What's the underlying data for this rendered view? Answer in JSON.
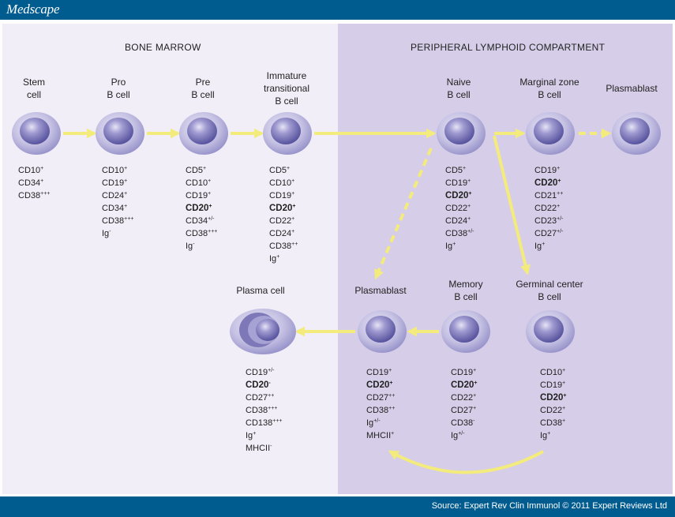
{
  "header": {
    "brand": "Medscape"
  },
  "footer": {
    "source": "Source: Expert Rev Clin Immunol © 2011 Expert Reviews Ltd"
  },
  "sections": {
    "left": "BONE MARROW",
    "right": "PERIPHERAL LYMPHOID COMPARTMENT"
  },
  "colors": {
    "arrow": "#f3ec7c",
    "cell": "#8c88c4",
    "nucleus": "#5b58a4",
    "bar": "#005b8f"
  },
  "cells": [
    {
      "id": "stem",
      "label": [
        "Stem",
        "cell"
      ],
      "markers": [
        {
          "base": "CD10",
          "sup": "+"
        },
        {
          "base": "CD34",
          "sup": "+"
        },
        {
          "base": "CD38",
          "sup": "+++"
        }
      ]
    },
    {
      "id": "pro",
      "label": [
        "Pro",
        "B cell"
      ],
      "markers": [
        {
          "base": "CD10",
          "sup": "+"
        },
        {
          "base": "CD19",
          "sup": "+"
        },
        {
          "base": "CD24",
          "sup": "+"
        },
        {
          "base": "CD34",
          "sup": "+"
        },
        {
          "base": "CD38",
          "sup": "+++"
        },
        {
          "base": "Ig",
          "sup": "-"
        }
      ]
    },
    {
      "id": "pre",
      "label": [
        "Pre",
        "B cell"
      ],
      "markers": [
        {
          "base": "CD5",
          "sup": "+"
        },
        {
          "base": "CD10",
          "sup": "+"
        },
        {
          "base": "CD19",
          "sup": "+"
        },
        {
          "base": "CD20",
          "sup": "+",
          "bold": true
        },
        {
          "base": "CD34",
          "sup": "+/-"
        },
        {
          "base": "CD38",
          "sup": "+++"
        },
        {
          "base": "Ig",
          "sup": "-"
        }
      ]
    },
    {
      "id": "immature",
      "label": [
        "Immature",
        "transitional",
        "B cell"
      ],
      "markers": [
        {
          "base": "CD5",
          "sup": "+"
        },
        {
          "base": "CD10",
          "sup": "+"
        },
        {
          "base": "CD19",
          "sup": "+"
        },
        {
          "base": "CD20",
          "sup": "+",
          "bold": true
        },
        {
          "base": "CD22",
          "sup": "+"
        },
        {
          "base": "CD24",
          "sup": "+"
        },
        {
          "base": "CD38",
          "sup": "++"
        },
        {
          "base": "Ig",
          "sup": "+"
        }
      ]
    },
    {
      "id": "naive",
      "label": [
        "Naive",
        "B cell"
      ],
      "markers": [
        {
          "base": "CD5",
          "sup": "+"
        },
        {
          "base": "CD19",
          "sup": "+"
        },
        {
          "base": "CD20",
          "sup": "+",
          "bold": true
        },
        {
          "base": "CD22",
          "sup": "+"
        },
        {
          "base": "CD24",
          "sup": "+"
        },
        {
          "base": "CD38",
          "sup": "+/-"
        },
        {
          "base": "Ig",
          "sup": "+"
        }
      ]
    },
    {
      "id": "marginal",
      "label": [
        "Marginal zone",
        "B cell"
      ],
      "markers": [
        {
          "base": "CD19",
          "sup": "+"
        },
        {
          "base": "CD20",
          "sup": "+",
          "bold": true
        },
        {
          "base": "CD21",
          "sup": "++"
        },
        {
          "base": "CD22",
          "sup": "+"
        },
        {
          "base": "CD23",
          "sup": "+/-"
        },
        {
          "base": "CD27",
          "sup": "+/-"
        },
        {
          "base": "Ig",
          "sup": "+"
        }
      ]
    },
    {
      "id": "plasmablast-top",
      "label": [
        "Plasmablast"
      ],
      "markers": []
    },
    {
      "id": "plasma",
      "label": [
        "Plasma cell"
      ],
      "markers": [
        {
          "base": "CD19",
          "sup": "+/-"
        },
        {
          "base": "CD20",
          "sup": "-",
          "bold": true
        },
        {
          "base": "CD27",
          "sup": "++"
        },
        {
          "base": "CD38",
          "sup": "+++"
        },
        {
          "base": "CD138",
          "sup": "+++"
        },
        {
          "base": "Ig",
          "sup": "+"
        },
        {
          "base": "MHCII",
          "sup": "-"
        }
      ]
    },
    {
      "id": "plasmablast-bottom",
      "label": [
        "Plasmablast"
      ],
      "markers": [
        {
          "base": "CD19",
          "sup": "+"
        },
        {
          "base": "CD20",
          "sup": "+",
          "bold": true
        },
        {
          "base": "CD27",
          "sup": "++"
        },
        {
          "base": "CD38",
          "sup": "++"
        },
        {
          "base": "Ig",
          "sup": "+/-"
        },
        {
          "base": "MHCII",
          "sup": "+"
        }
      ]
    },
    {
      "id": "memory",
      "label": [
        "Memory",
        "B cell"
      ],
      "markers": [
        {
          "base": "CD19",
          "sup": "+"
        },
        {
          "base": "CD20",
          "sup": "+",
          "bold": true
        },
        {
          "base": "CD22",
          "sup": "+"
        },
        {
          "base": "CD27",
          "sup": "+"
        },
        {
          "base": "CD38",
          "sup": "-"
        },
        {
          "base": "Ig",
          "sup": "+/-"
        }
      ]
    },
    {
      "id": "germinal",
      "label": [
        "Germinal center",
        "B cell"
      ],
      "markers": [
        {
          "base": "CD10",
          "sup": "+"
        },
        {
          "base": "CD19",
          "sup": "+"
        },
        {
          "base": "CD20",
          "sup": "+",
          "bold": true
        },
        {
          "base": "CD22",
          "sup": "+"
        },
        {
          "base": "CD38",
          "sup": "+"
        },
        {
          "base": "Ig",
          "sup": "+"
        }
      ]
    }
  ]
}
